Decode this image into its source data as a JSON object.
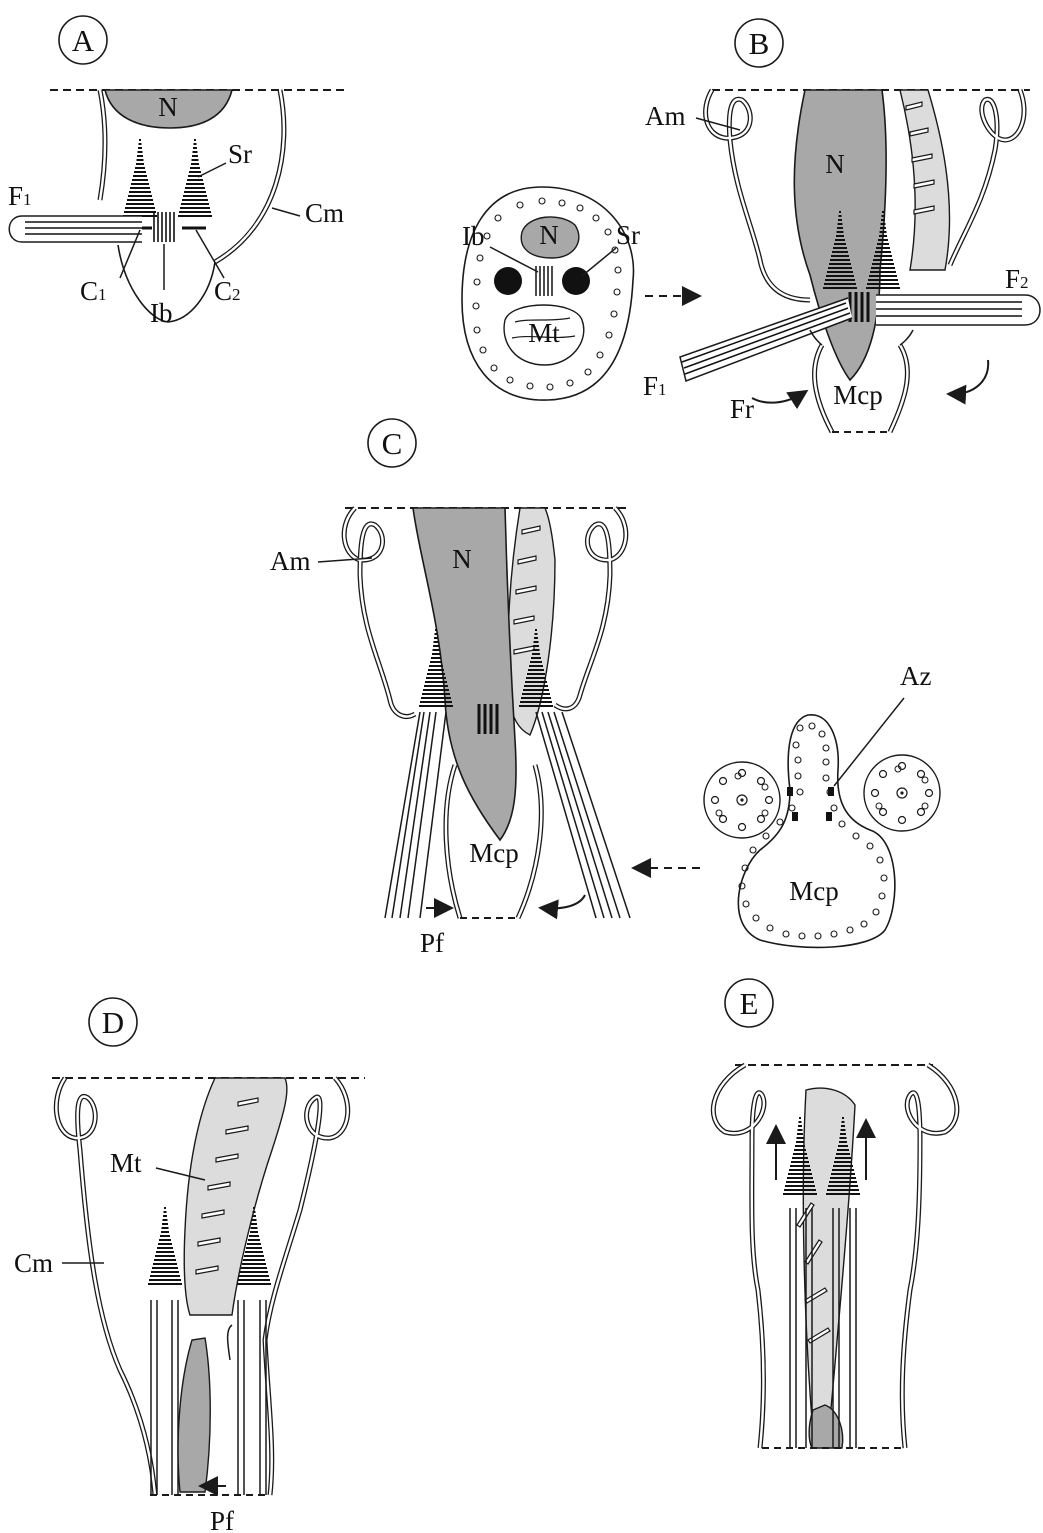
{
  "panels": {
    "a": {
      "letter": "A",
      "labels": {
        "nucleus": "N",
        "striated_root": "Sr",
        "flagellum": "F",
        "flagellum_sub": "1",
        "cell_membrane": "Cm",
        "centriole_1": "C",
        "centriole_1_sub": "1",
        "centriole_2": "C",
        "centriole_2_sub": "2",
        "intermediate_body": "Ib"
      }
    },
    "b": {
      "letter": "B",
      "labels": {
        "acrosomal_membrane": "Am",
        "nucleus": "N",
        "flagellum_2": "F",
        "flagellum_2_sub": "2",
        "flagellum_1": "F",
        "flagellum_1_sub": "1",
        "flagellar_rotation": "Fr",
        "midpiece": "Mcp"
      }
    },
    "b_inset": {
      "labels": {
        "intermediate_body": "Ib",
        "nucleus": "N",
        "striated_root": "Sr",
        "mitochondrion": "Mt"
      }
    },
    "c": {
      "letter": "C",
      "labels": {
        "acrosomal_membrane": "Am",
        "nucleus": "N",
        "midpiece": "Mcp",
        "pocket_fold": "Pf"
      }
    },
    "c_inset": {
      "labels": {
        "attachment_zone": "Az",
        "midpiece": "Mcp"
      }
    },
    "d": {
      "letter": "D",
      "labels": {
        "mitochondrion": "Mt",
        "cell_membrane": "Cm",
        "pocket_fold": "Pf"
      }
    },
    "e": {
      "letter": "E"
    }
  },
  "colors": {
    "ink": "#1a1a1a",
    "nucleus_fill": "#a8a8a8",
    "mitochondrion_fill": "#dcdcdc",
    "background": "#ffffff"
  }
}
